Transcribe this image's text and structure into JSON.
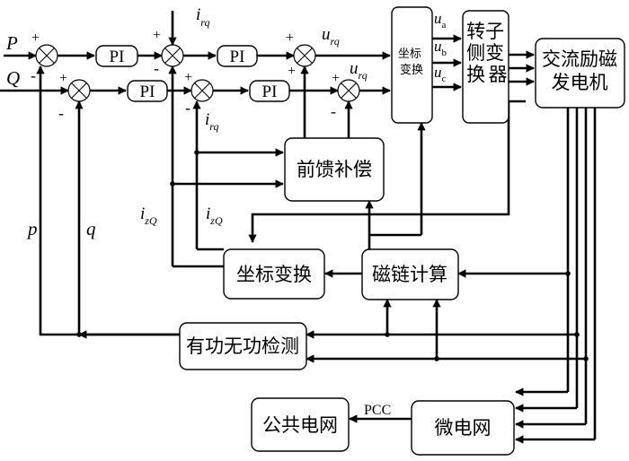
{
  "inputs": {
    "p_ref": "P",
    "q_ref": "Q"
  },
  "blocks": {
    "pi": "PI",
    "coord_transform_top": "坐标变换",
    "rotor_converter": "转子侧变换器",
    "generator_line1": "交流励磁",
    "generator_line2": "发电机",
    "feedforward": "前馈补偿",
    "coord_transform_bottom": "坐标变换",
    "flux_calc": "磁链计算",
    "power_detect": "有功无功检测",
    "grid": "公共电网",
    "microgrid": "微电网"
  },
  "signals": {
    "i": "i",
    "u": "u",
    "rq": "rq",
    "zQ": "zQ",
    "ua_sub": "a",
    "ub_sub": "b",
    "uc_sub": "c",
    "p_fb": "p",
    "q_fb": "q",
    "pcc": "PCC"
  },
  "signs": {
    "plus": "+",
    "minus": "-"
  }
}
